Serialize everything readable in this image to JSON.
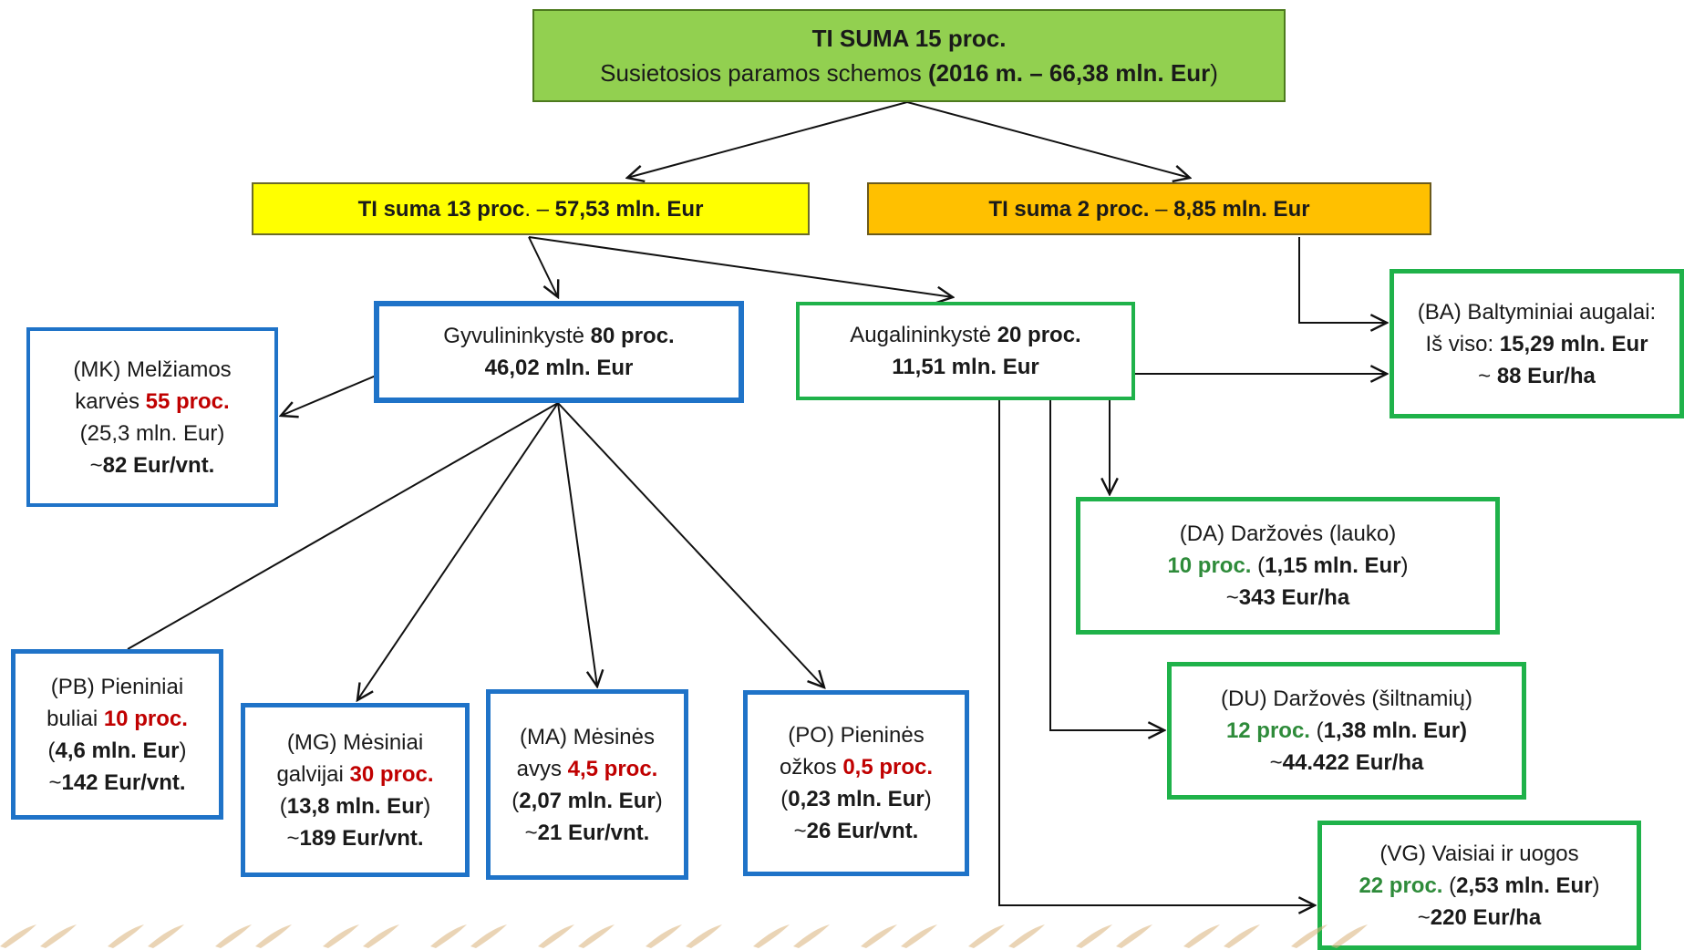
{
  "colors": {
    "root_fill": "#92d050",
    "mid13_fill": "#ffff00",
    "mid2_fill": "#ffc000",
    "livestock_border": "#1f73c8",
    "crop_border": "#1fb24a",
    "highlight_red": "#c00000",
    "highlight_green": "#2e8b3a"
  },
  "root": {
    "title": "TI SUMA 15 proc.",
    "sub_a": "Susietosios paramos schemos ",
    "sub_b": "(2016 m. – 66,38 mln. Eur",
    "sub_c": ")"
  },
  "mid13": {
    "a": "TI suma 13 proc",
    "b": ". – ",
    "c": "57,53 mln. Eur"
  },
  "mid2": {
    "a": "TI suma 2 proc.",
    "b": " – ",
    "c": "8,85 mln. Eur"
  },
  "gyv": {
    "name": "Gyvulininkystė ",
    "pct": "80 proc.",
    "amount": "46,02 mln. Eur"
  },
  "aug": {
    "name": "Augalininkystė ",
    "pct": "20 proc.",
    "amount": "11,51 mln. Eur"
  },
  "mk": {
    "l1": "(MK) Melžiamos",
    "l2a": "karvės ",
    "l2b": "55 proc.",
    "l3": "(25,3 mln. Eur)",
    "l4a": "~",
    "l4b": "82 Eur/vnt."
  },
  "ba": {
    "l1": "(BA) Baltyminiai augalai:",
    "l2a": "Iš viso: ",
    "l2b": "15,29 mln. Eur",
    "l3a": "~ ",
    "l3b": "88 Eur/ha"
  },
  "da": {
    "l1": "(DA) Daržovės (lauko)",
    "l2a": "10 proc.",
    "l2b": " (",
    "l2c": "1,15 mln. Eur",
    "l2d": ")",
    "l3a": "~",
    "l3b": "343 Eur/ha"
  },
  "du": {
    "l1": "(DU) Daržovės (šiltnamių)",
    "l2a": "12 proc.",
    "l2b": " (",
    "l2c": "1,38 mln. Eur)",
    "l3a": "~",
    "l3b": "44.422 Eur/ha"
  },
  "vg": {
    "l1": "(VG) Vaisiai ir uogos",
    "l2a": "22 proc.",
    "l2b": " (",
    "l2c": "2,53 mln. Eur",
    "l2d": ")",
    "l3a": "~",
    "l3b": "220 Eur/ha"
  },
  "pb": {
    "l1": "(PB) Pieniniai",
    "l2a": "buliai ",
    "l2b": "10 proc.",
    "l3a": "(",
    "l3b": "4,6 mln. Eur",
    "l3c": ")",
    "l4a": "~",
    "l4b": "142 Eur/vnt."
  },
  "mg": {
    "l1": "(MG) Mėsiniai",
    "l2a": "galvijai ",
    "l2b": "30 proc.",
    "l3a": "(",
    "l3b": "13,8 mln. Eur",
    "l3c": ")",
    "l4a": "~",
    "l4b": "189 Eur/vnt."
  },
  "ma": {
    "l1": "(MA) Mėsinės",
    "l2a": "avys ",
    "l2b": "4,5 proc.",
    "l3a": "(",
    "l3b": "2,07 mln. Eur",
    "l3c": ")",
    "l4a": "~",
    "l4b": "21 Eur/vnt."
  },
  "po": {
    "l1": "(PO) Pieninės",
    "l2a": "ožkos ",
    "l2b": "0,5 proc.",
    "l3a": "(",
    "l3b": "0,23 mln. Eur",
    "l3c": ")",
    "l4a": "~",
    "l4b": "26 Eur/vnt."
  }
}
